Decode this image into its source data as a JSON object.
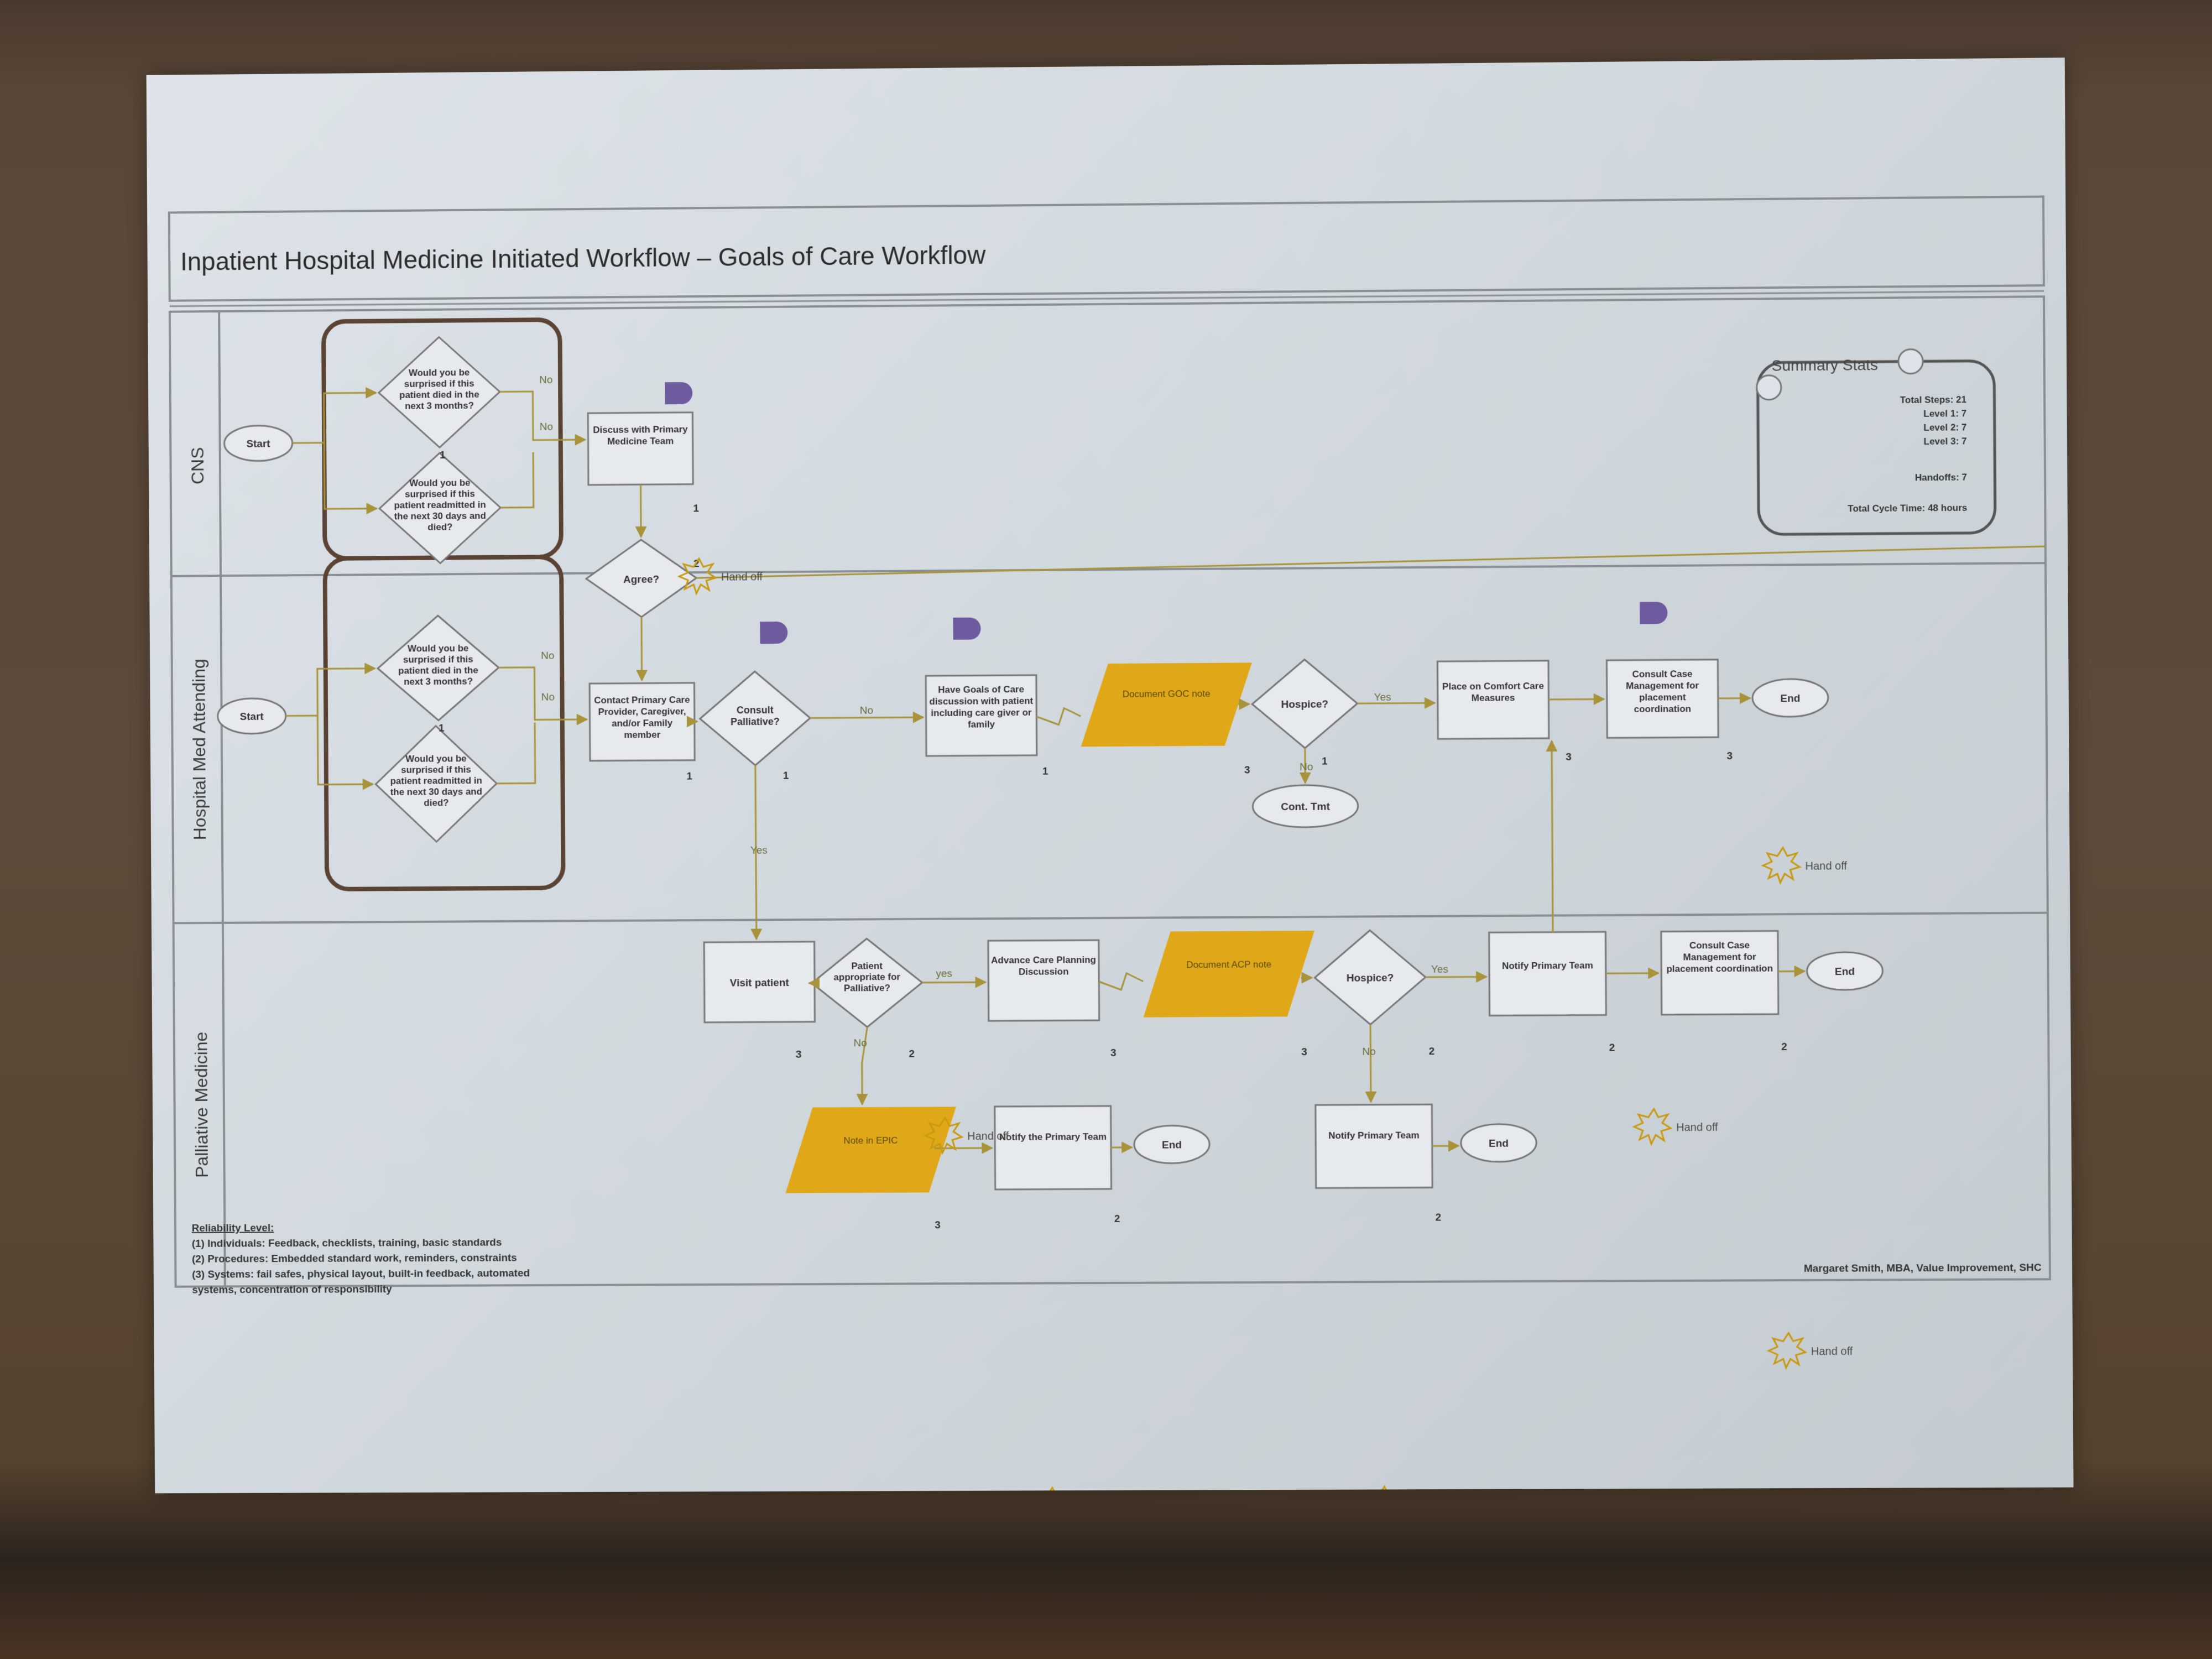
{
  "title": "Inpatient Hospital Medicine Initiated Workflow – Goals of Care Workflow",
  "lanes": [
    "CNS",
    "Hospital Med Attending",
    "Palliative Medicine"
  ],
  "nodes": {
    "cns_start": "Start",
    "cns_q1": "Would you be surprised if this patient died in the next 3 months?",
    "cns_q2": "Would you be surprised if this patient readmitted in the next 30 days and died?",
    "cns_discuss": "Discuss with Primary Medicine Team",
    "agree": "Agree?",
    "hm_start": "Start",
    "hm_q1": "Would you be surprised if this patient died in the next 3 months?",
    "hm_q2": "Would you be surprised if this patient readmitted in the next 30 days and died?",
    "hm_contact": "Contact Primary Care Provider, Caregiver, and/or Family member",
    "consult_palliative": "Consult Palliative?",
    "goc_discussion": "Have Goals of Care discussion with patient including care giver or family",
    "doc_goc": "Document GOC note",
    "hospice_hm": "Hospice?",
    "comfort_care": "Place on Comfort Care Measures",
    "consult_case_hm": "Consult Case Management for placement coordination",
    "end_hm": "End",
    "cont_tmt": "Cont. Tmt",
    "visit_patient": "Visit patient",
    "appropriate": "Patient appropriate for Palliative?",
    "acp_discussion": "Advance Care Planning Discussion",
    "doc_acp": "Document ACP note",
    "hospice_pm": "Hospice?",
    "notify_primary_1": "Notify Primary Team",
    "consult_case_pm": "Consult Case Management for placement coordination",
    "end_pm1": "End",
    "note_epic": "Note in EPIC",
    "notify_the_primary": "Notify the Primary Team",
    "end_pm2": "End",
    "notify_primary_2": "Notify Primary Team",
    "end_pm3": "End"
  },
  "labels": {
    "yes": "Yes",
    "yes_lower": "yes",
    "no": "No",
    "handoff": "Hand off"
  },
  "step_numbers": [
    "1",
    "2",
    "3"
  ],
  "summary": {
    "title": "Summary Stats",
    "total_steps": "Total Steps: 21",
    "level1": "Level 1: 7",
    "level2": "Level 2: 7",
    "level3": "Level 3: 7",
    "handoffs": "Handoffs: 7",
    "cycle_time": "Total Cycle Time: 48 hours"
  },
  "legend": {
    "heading": "Reliability Level:",
    "l1": "(1) Individuals: Feedback, checklists, training, basic standards",
    "l2": "(2) Procedures: Embedded standard work, reminders, constraints",
    "l3a": "(3) Systems: fail safes, physical layout, built-in feedback, automated",
    "l3b": "systems, concentration of responsibility"
  },
  "credit": "Margaret Smith, MBA, Value Improvement, SHC",
  "colors": {
    "document": "#e0a818",
    "delay": "#6e5a9e",
    "handoff": "#c89a10",
    "connector": "#b89a3a",
    "group_border": "#5a4234"
  }
}
